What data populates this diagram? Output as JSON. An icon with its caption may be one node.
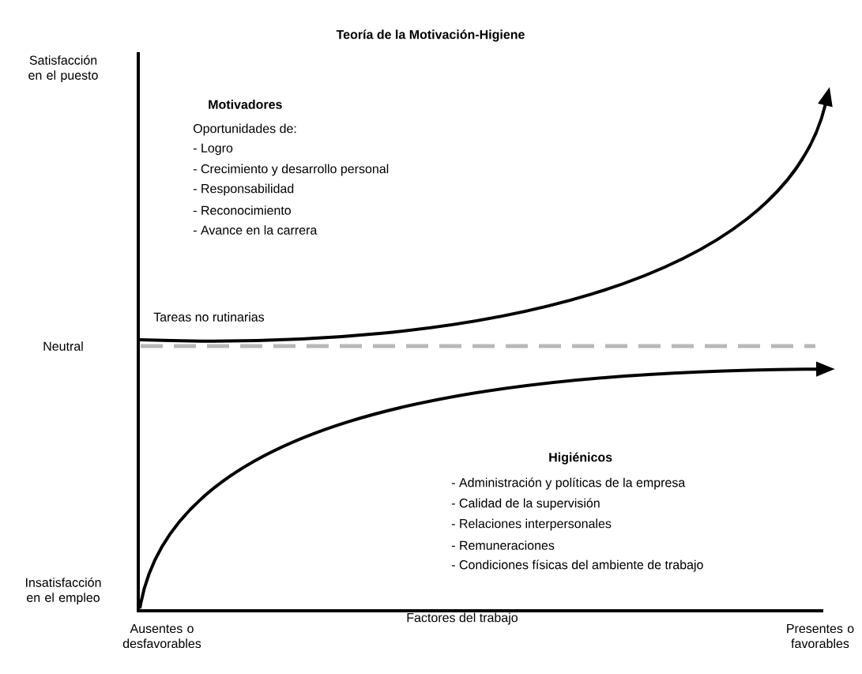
{
  "diagram": {
    "title": "Teoría de la Motivación-Higiene",
    "labels": [
      "Satisfacción en el puesto",
      "Motivadores",
      "Oportunidades de:",
      "- Logro",
      "- Crecimiento y desarrollo personal",
      "- Responsabilidad",
      "- Reconocimiento",
      "- Avance en la carrera",
      "Tareas no rutinarias",
      "Neutral",
      "Higiénicos",
      "- Administración y políticas de la empresa",
      "- Calidad de la supervisión",
      "- Relaciones interpersonales",
      "- Remuneraciones",
      "- Condiciones físicas del ambiente de trabajo",
      "Insatisfacción en el empleo",
      "Ausentes o desfavorables",
      "Factores del trabajo",
      "Presentes o favorables"
    ]
  }
}
